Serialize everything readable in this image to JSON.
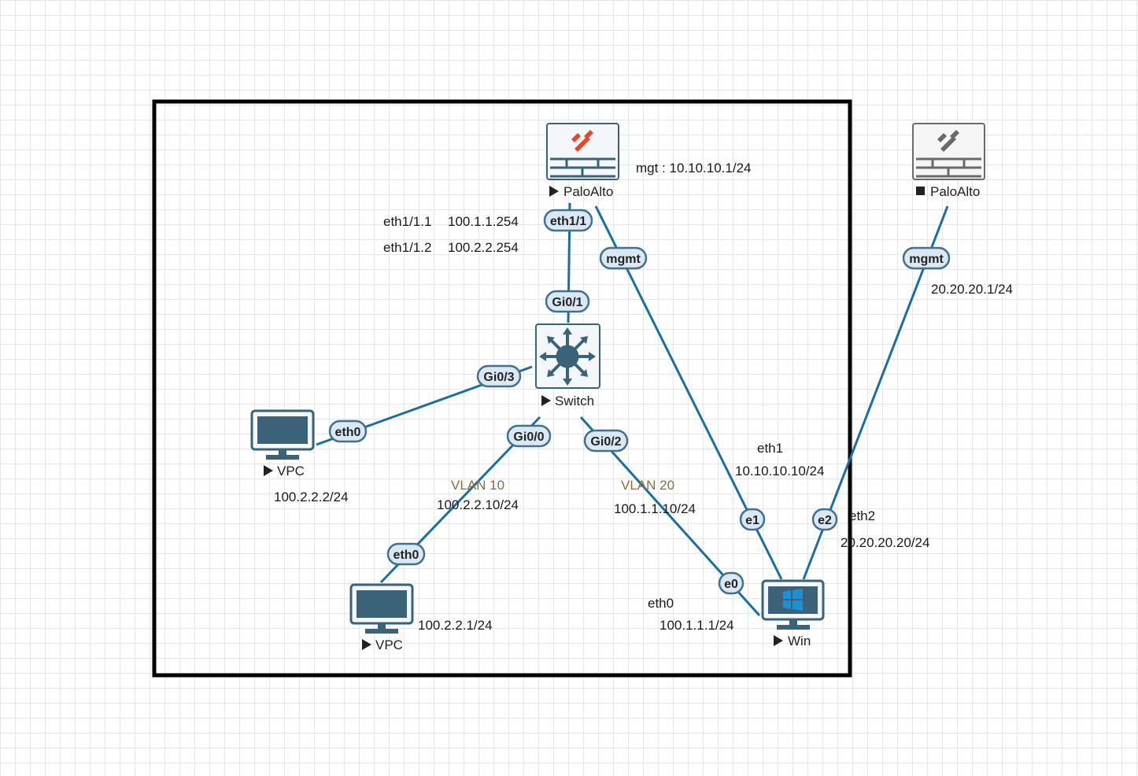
{
  "nodes": {
    "pa1": {
      "label": "PaloAlto",
      "state": "running",
      "logo_color": "#e2492a"
    },
    "pa2": {
      "label": "PaloAlto",
      "state": "stopped",
      "logo_color": "#6a6a6a"
    },
    "switch": {
      "label": "Switch",
      "state": "running"
    },
    "vpc1": {
      "label": "VPC",
      "state": "running"
    },
    "vpc2": {
      "label": "VPC",
      "state": "running"
    },
    "win": {
      "label": "Win",
      "state": "running"
    }
  },
  "ports": {
    "pa1_eth11": "eth1/1",
    "pa1_mgmt": "mgmt",
    "pa2_mgmt": "mgmt",
    "sw_gi01": "Gi0/1",
    "sw_gi03": "Gi0/3",
    "sw_gi00": "Gi0/0",
    "sw_gi02": "Gi0/2",
    "vpc1_eth0": "eth0",
    "vpc2_eth0": "eth0",
    "win_e0": "e0",
    "win_e1": "e1",
    "win_e2": "e2"
  },
  "annotations": {
    "mgt": "mgt : 10.10.10.1/24",
    "sub1_if": "eth1/1.1",
    "sub1_ip": "100.1.1.254",
    "sub2_if": "eth1/1.2",
    "sub2_ip": "100.2.2.254",
    "pa2_mgmt_ip": "20.20.20.1/24",
    "vpc1_ip": "100.2.2.2/24",
    "vlan10": "VLAN 10",
    "vlan10_ip": "100.2.2.10/24",
    "vlan20": "VLAN 20",
    "vlan20_ip": "100.1.1.10/24",
    "vpc2_ip": "100.2.2.1/24",
    "win_eth1": "eth1",
    "win_eth1_ip": "10.10.10.10/24",
    "win_eth2": "eth2",
    "win_eth2_ip": "20.20.20.20/24",
    "win_eth0": "eth0",
    "win_eth0_ip": "100.1.1.1/24"
  },
  "colors": {
    "link": "#1a6fa0",
    "device": "#3a6278",
    "device_border": "#4f8099",
    "port_fill": "#d9e8f3",
    "port_border": "#43708d",
    "frame": "#000000",
    "win_blue": "#1e90d6"
  }
}
